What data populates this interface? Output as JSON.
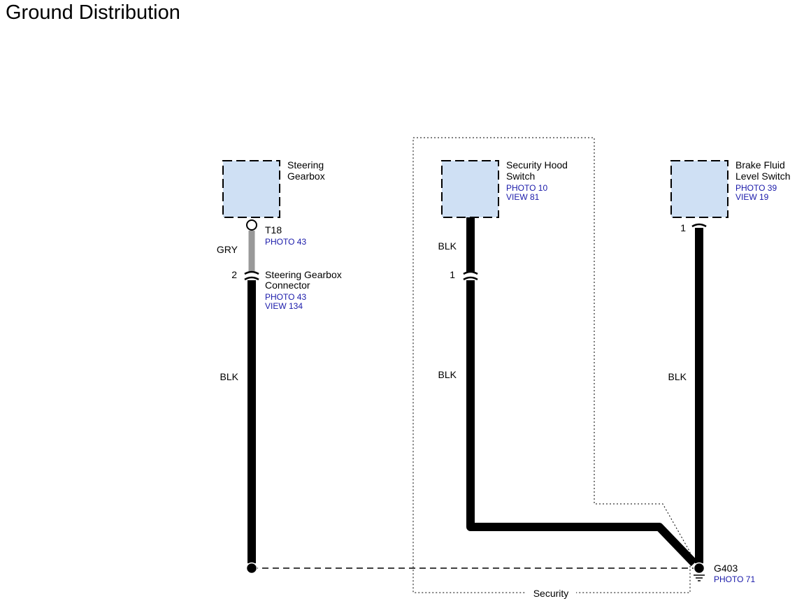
{
  "page": {
    "title": "Ground Distribution"
  },
  "components": {
    "steering_gearbox": {
      "name_line1": "Steering",
      "name_line2": "Gearbox"
    },
    "security_hood_switch": {
      "name_line1": "Security Hood",
      "name_line2": "Switch",
      "photo": "PHOTO 10",
      "view": "VIEW 81"
    },
    "brake_fluid_level_switch": {
      "name_line1": "Brake Fluid",
      "name_line2": "Level Switch",
      "photo": "PHOTO 39",
      "view": "VIEW 19"
    }
  },
  "terminals": {
    "t18": {
      "label": "T18",
      "photo": "PHOTO 43"
    },
    "steering_gearbox_connector": {
      "pin": "2",
      "name_line1": "Steering Gearbox",
      "name_line2": "Connector",
      "photo": "PHOTO 43",
      "view": "VIEW 134"
    },
    "security_hood_pin": "1",
    "brake_fluid_pin": "1"
  },
  "wires": {
    "steering_upper_color": "GRY",
    "steering_lower_color": "BLK",
    "hood_upper_color": "BLK",
    "hood_lower_color": "BLK",
    "brake_color": "BLK"
  },
  "ground": {
    "label": "G403",
    "photo": "PHOTO 71"
  },
  "option_box": {
    "label": "Security"
  },
  "colors": {
    "component_fill": "#cfe0f4",
    "wire_black": "#000000",
    "wire_gray": "#999999",
    "link_blue": "#1a1aaa"
  },
  "icons": {
    "ground": "ground-symbol-icon",
    "splice": "splice-dot-icon",
    "terminal": "open-terminal-icon"
  }
}
